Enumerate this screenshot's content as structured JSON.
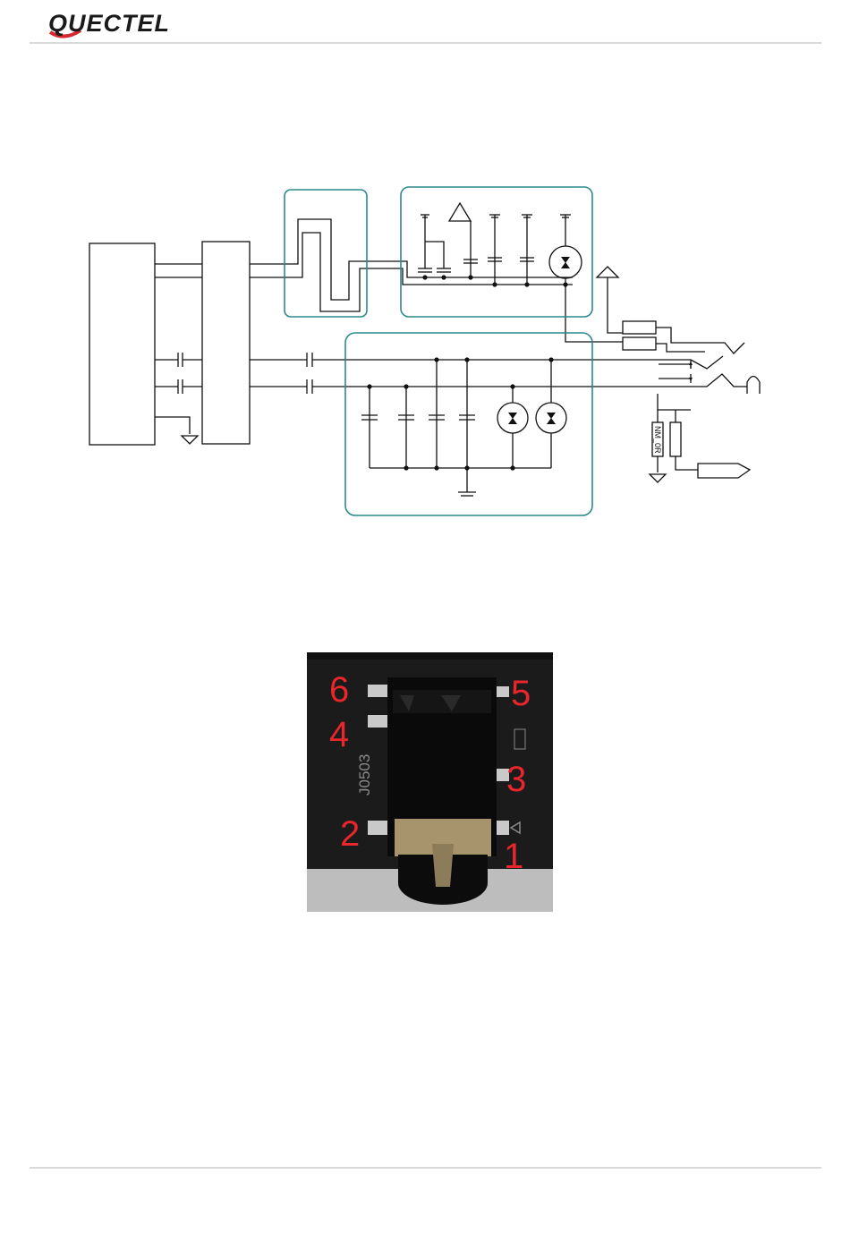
{
  "header": {
    "brand": "QUECTEL",
    "colors": {
      "brand_red": "#d7282f",
      "divider": "#d9d9d9"
    }
  },
  "schematic": {
    "labels": {
      "resistor_nm": "NM_0R"
    },
    "colors": {
      "wire": "#111111",
      "highlight_box": "#2a8a8c"
    }
  },
  "photo": {
    "silkscreen": "J0503",
    "pins": [
      "1",
      "2",
      "3",
      "4",
      "5",
      "6"
    ],
    "colors": {
      "pin_label": "#e8262b",
      "pcb": "#1b1b1b",
      "background": "#bdbdbd"
    }
  }
}
